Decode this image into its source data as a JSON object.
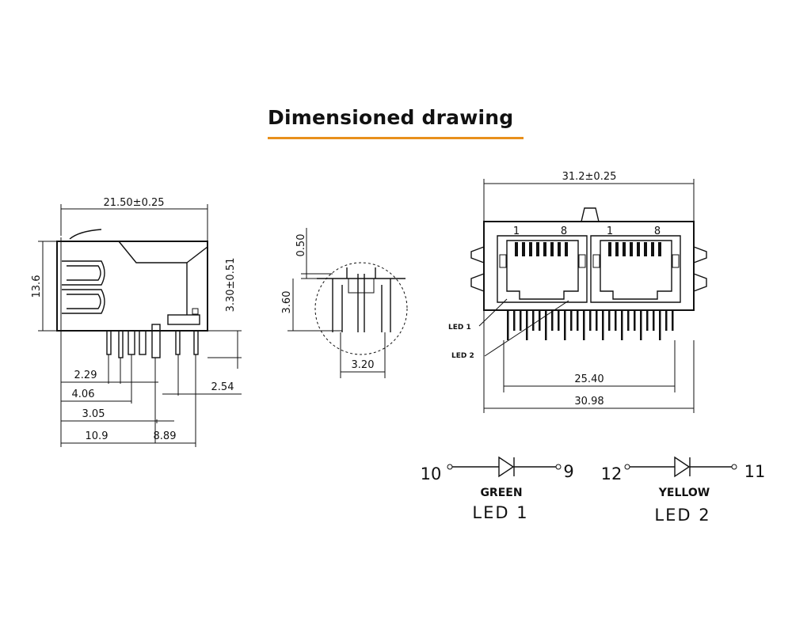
{
  "title": "Dimensioned drawing",
  "accent_color": "#e8901c",
  "side_view": {
    "width_label": "21.50±0.25",
    "height_label": "13.6",
    "standoff_label": "3.30±0.51",
    "dims": [
      "2.29",
      "4.06",
      "3.05",
      "10.9",
      "8.89",
      "2.54"
    ]
  },
  "detail_view": {
    "top_label": "0.50",
    "height_label": "3.60",
    "width_label": "3.20"
  },
  "front_view": {
    "width_label": "31.2±0.25",
    "pin_pitch_label": "25.40",
    "bottom_width_label": "30.98",
    "port_pins": [
      "1",
      "8",
      "1",
      "8"
    ],
    "led_labels": [
      "LED 1",
      "LED 2"
    ]
  },
  "legend": {
    "led1": {
      "pin_left": "10",
      "pin_right": "9",
      "color": "GREEN",
      "name": "LED 1"
    },
    "led2": {
      "pin_left": "12",
      "pin_right": "11",
      "color": "YELLOW",
      "name": "LED 2"
    }
  }
}
